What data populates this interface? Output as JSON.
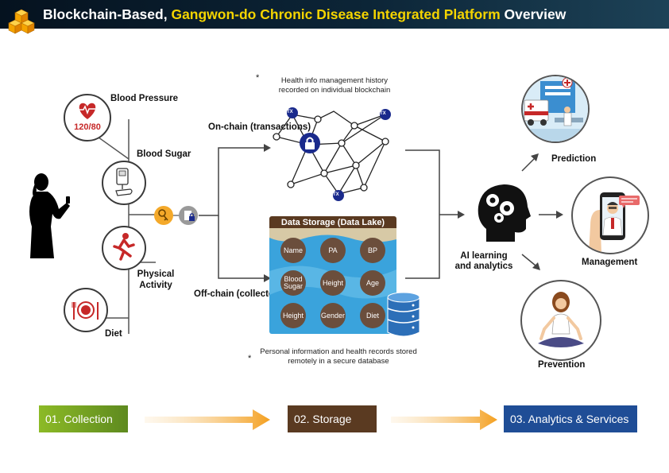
{
  "header": {
    "title_part1": "Blockchain-Based, ",
    "title_highlight": "Gangwon-do Chronic Disease Integrated Platform",
    "title_part2": " Overview"
  },
  "collection": {
    "blood_pressure_label": "Blood Pressure",
    "blood_pressure_reading": "120/80",
    "blood_sugar_label": "Blood Sugar",
    "physical_activity_label": "Physical Activity",
    "diet_label": "Diet"
  },
  "onchain": {
    "label": "On-chain (transactions)",
    "note": "Health info management history recorded on individual blockchain",
    "tx_label": "TX"
  },
  "offchain": {
    "label": "Off-chain (collected data)",
    "note": "Personal information and health records stored remotely in a secure database"
  },
  "data_storage": {
    "title": "Data Storage (Data Lake)",
    "items": [
      "Name",
      "PA",
      "BP",
      "Blood Sugar",
      "Height",
      "Age",
      "Height",
      "Gender",
      "Diet"
    ]
  },
  "ai": {
    "label": "AI learning and analytics"
  },
  "services": {
    "prediction": "Prediction",
    "management": "Management",
    "prevention": "Prevention"
  },
  "stages": [
    {
      "label": "01. Collection",
      "color": "#6e9c23"
    },
    {
      "label": "02. Storage",
      "color": "#5a3a21"
    },
    {
      "label": "03. Analytics & Services",
      "color": "#1f4d96"
    }
  ],
  "colors": {
    "accent_yellow": "#f4d400",
    "key_orange": "#f4a92a",
    "heart_red": "#c62828",
    "tx_navy": "#1a2a8c"
  }
}
